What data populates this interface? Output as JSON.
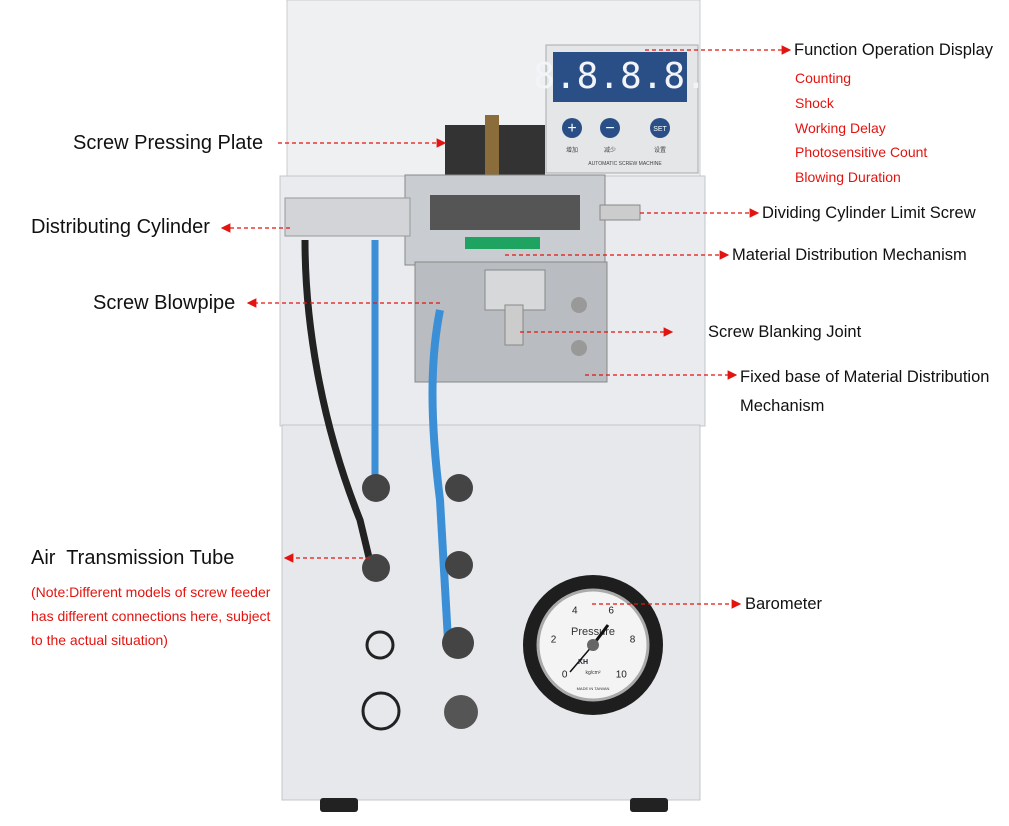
{
  "display_panel": {
    "digits": "8.8.8.8.",
    "buttons": [
      {
        "symbol": "+",
        "caption": "增加"
      },
      {
        "symbol": "−",
        "caption": "减少"
      },
      {
        "symbol": "SET",
        "caption": "设置"
      }
    ],
    "footer": "AUTOMATIC SCREW MACHINE"
  },
  "barometer": {
    "title": "Pressure",
    "ticks": [
      "0",
      "2",
      "4",
      "6",
      "8",
      "10"
    ],
    "unit": "kg/cm²",
    "brand": "KH",
    "made_in": "MADE IN TAIWAN"
  },
  "labels": {
    "function_display": "Function Operation Display",
    "function_items": [
      "Counting",
      "Shock",
      "Working Delay",
      "Photosensitive Count",
      "Blowing Duration"
    ],
    "screw_pressing_plate": "Screw Pressing Plate",
    "distributing_cylinder": "Distributing Cylinder",
    "limit_screw": "Dividing Cylinder Limit Screw",
    "material_mechanism": "Material Distribution Mechanism",
    "screw_blowpipe": "Screw Blowpipe",
    "blanking_joint": "Screw Blanking Joint",
    "fixed_base_line1": "Fixed base of Material Distribution",
    "fixed_base_line2": "Mechanism",
    "air_tube": "Air  Transmission Tube",
    "air_note": [
      "(Note:Different models of screw feeder",
      "has different connections here, subject",
      "to the actual situation)"
    ],
    "barometer": "Barometer"
  },
  "colors": {
    "annotation_red": "#e3140f",
    "tube_blue": "#3b8fd6",
    "panel_blue": "#2a4f86"
  }
}
